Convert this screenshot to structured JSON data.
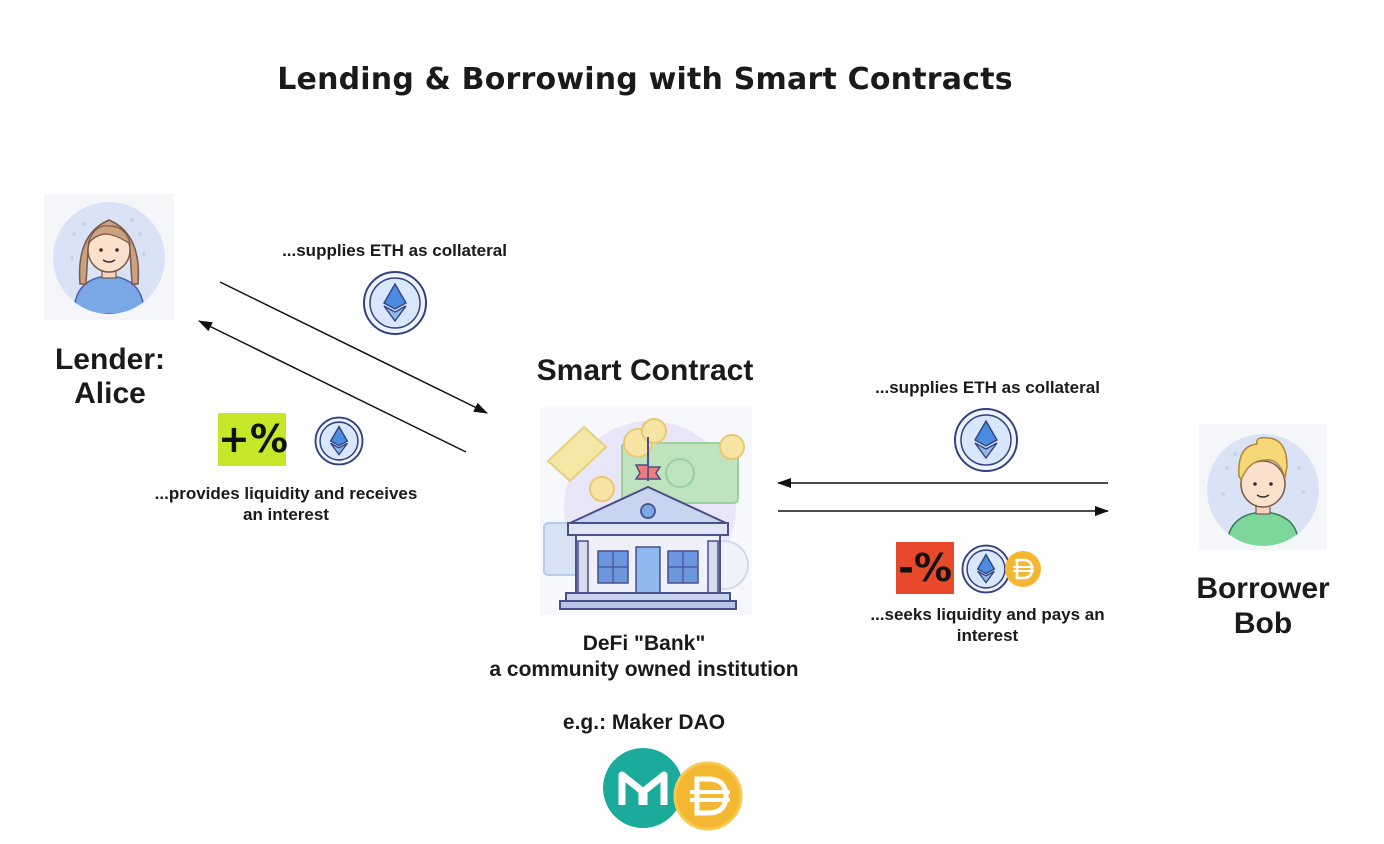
{
  "title": "Lending & Borrowing with Smart Contracts",
  "lender": {
    "role": "Lender:",
    "name": "Alice",
    "supply_text": "...supplies ETH as collateral",
    "receive_text_line1": "...provides liquidity and receives",
    "receive_text_line2": "an interest",
    "badge": "+%"
  },
  "borrower": {
    "role": "Borrower",
    "name": "Bob",
    "supply_text": "...supplies ETH as collateral",
    "pay_text_line1": "...seeks liquidity and pays an",
    "pay_text_line2": "interest",
    "badge": "-%"
  },
  "contract": {
    "heading": "Smart Contract",
    "bank_line1": "DeFi \"Bank\"",
    "bank_line2": "a community owned institution",
    "example": "e.g.: Maker DAO"
  },
  "colors": {
    "plus_badge": "#c6e829",
    "minus_badge": "#e8492b",
    "eth_coin_ring": "#3b4a8c",
    "eth_coin_fill": "#dbe9fb",
    "maker_green": "#1aab9b",
    "dai_gold": "#f4b731"
  },
  "icons": [
    "eth-coin-icon",
    "dai-coin-icon",
    "maker-logo-icon",
    "bank-building-icon",
    "avatar-alice",
    "avatar-bob"
  ]
}
